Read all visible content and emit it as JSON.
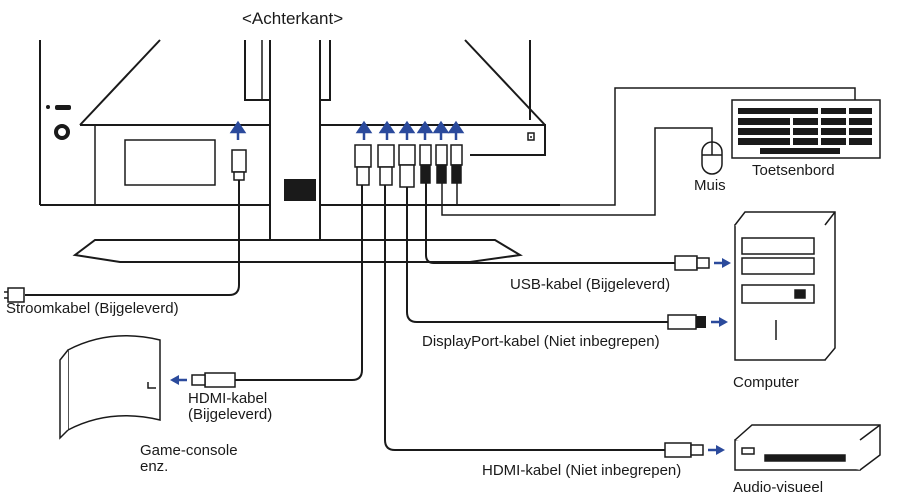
{
  "title": "<Achterkant>",
  "labels": {
    "power_cable": "Stroomkabel (Bijgeleverd)",
    "usb_cable": "USB-kabel (Bijgeleverd)",
    "displayport_cable": "DisplayPort-kabel (Niet inbegrepen)",
    "hdmi_cable_included_line1": "HDMI-kabel",
    "hdmi_cable_included_line2": "(Bijgeleverd)",
    "hdmi_cable_not_included": "HDMI-kabel (Niet inbegrepen)",
    "game_console_line1": "Game-console",
    "game_console_line2": "enz.",
    "computer": "Computer",
    "audio_visual": "Audio-visueel",
    "mouse": "Muis",
    "keyboard": "Toetsenbord"
  },
  "colors": {
    "line": "#1a1a1a",
    "arrow": "#2b4a9c",
    "background": "#ffffff"
  }
}
